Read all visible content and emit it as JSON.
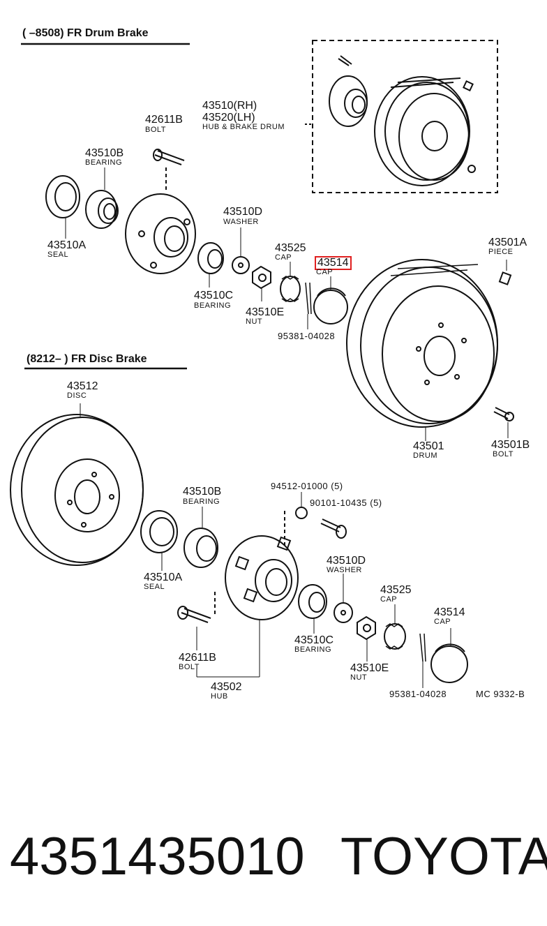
{
  "sections": {
    "drum_header": "(     –8508) FR Drum Brake",
    "disc_header": "(8212–        ) FR Disc Brake"
  },
  "drum_parts": {
    "hub_drum_rh": "43510(RH)",
    "hub_drum_lh": "43520(LH)",
    "hub_drum_name": "HUB & BRAKE DRUM",
    "bolt_no": "42611B",
    "bolt_name": "BOLT",
    "bearing_outer_no": "43510B",
    "bearing_outer_name": "BEARING",
    "seal_no": "43510A",
    "seal_name": "SEAL",
    "washer_no": "43510D",
    "washer_name": "WASHER",
    "bearing_inner_no": "43510C",
    "bearing_inner_name": "BEARING",
    "cap_lock_no": "43525",
    "cap_lock_name": "CAP",
    "cap_no": "43514",
    "cap_name": "CAP",
    "nut_no": "43510E",
    "nut_name": "NUT",
    "pin_no": "95381-04028",
    "piece_no": "43501A",
    "piece_name": "PIECE",
    "drum_no": "43501",
    "drum_name": "DRUM",
    "drum_bolt_no": "43501B",
    "drum_bolt_name": "BOLT"
  },
  "disc_parts": {
    "disc_no": "43512",
    "disc_name": "DISC",
    "bearing_outer_no": "43510B",
    "bearing_outer_name": "BEARING",
    "seal_no": "43510A",
    "seal_name": "SEAL",
    "washer_w_no": "94512-01000 (5)",
    "bolt5_no": "90101-10435 (5)",
    "washer_no": "43510D",
    "washer_name": "WASHER",
    "cap_lock_no": "43525",
    "cap_lock_name": "CAP",
    "cap_no": "43514",
    "cap_name": "CAP",
    "bearing_inner_no": "43510C",
    "bearing_inner_name": "BEARING",
    "nut_no": "43510E",
    "nut_name": "NUT",
    "bolt_no": "42611B",
    "bolt_name": "BOLT",
    "hub_no": "43502",
    "hub_name": "HUB",
    "pin_no": "95381-04028",
    "diagram_code": "MC  9332-B"
  },
  "footer": {
    "part_number": "4351435010",
    "brand": "TOYOTA"
  },
  "colors": {
    "ink": "#111111",
    "highlight": "#e02020",
    "background": "#ffffff"
  }
}
